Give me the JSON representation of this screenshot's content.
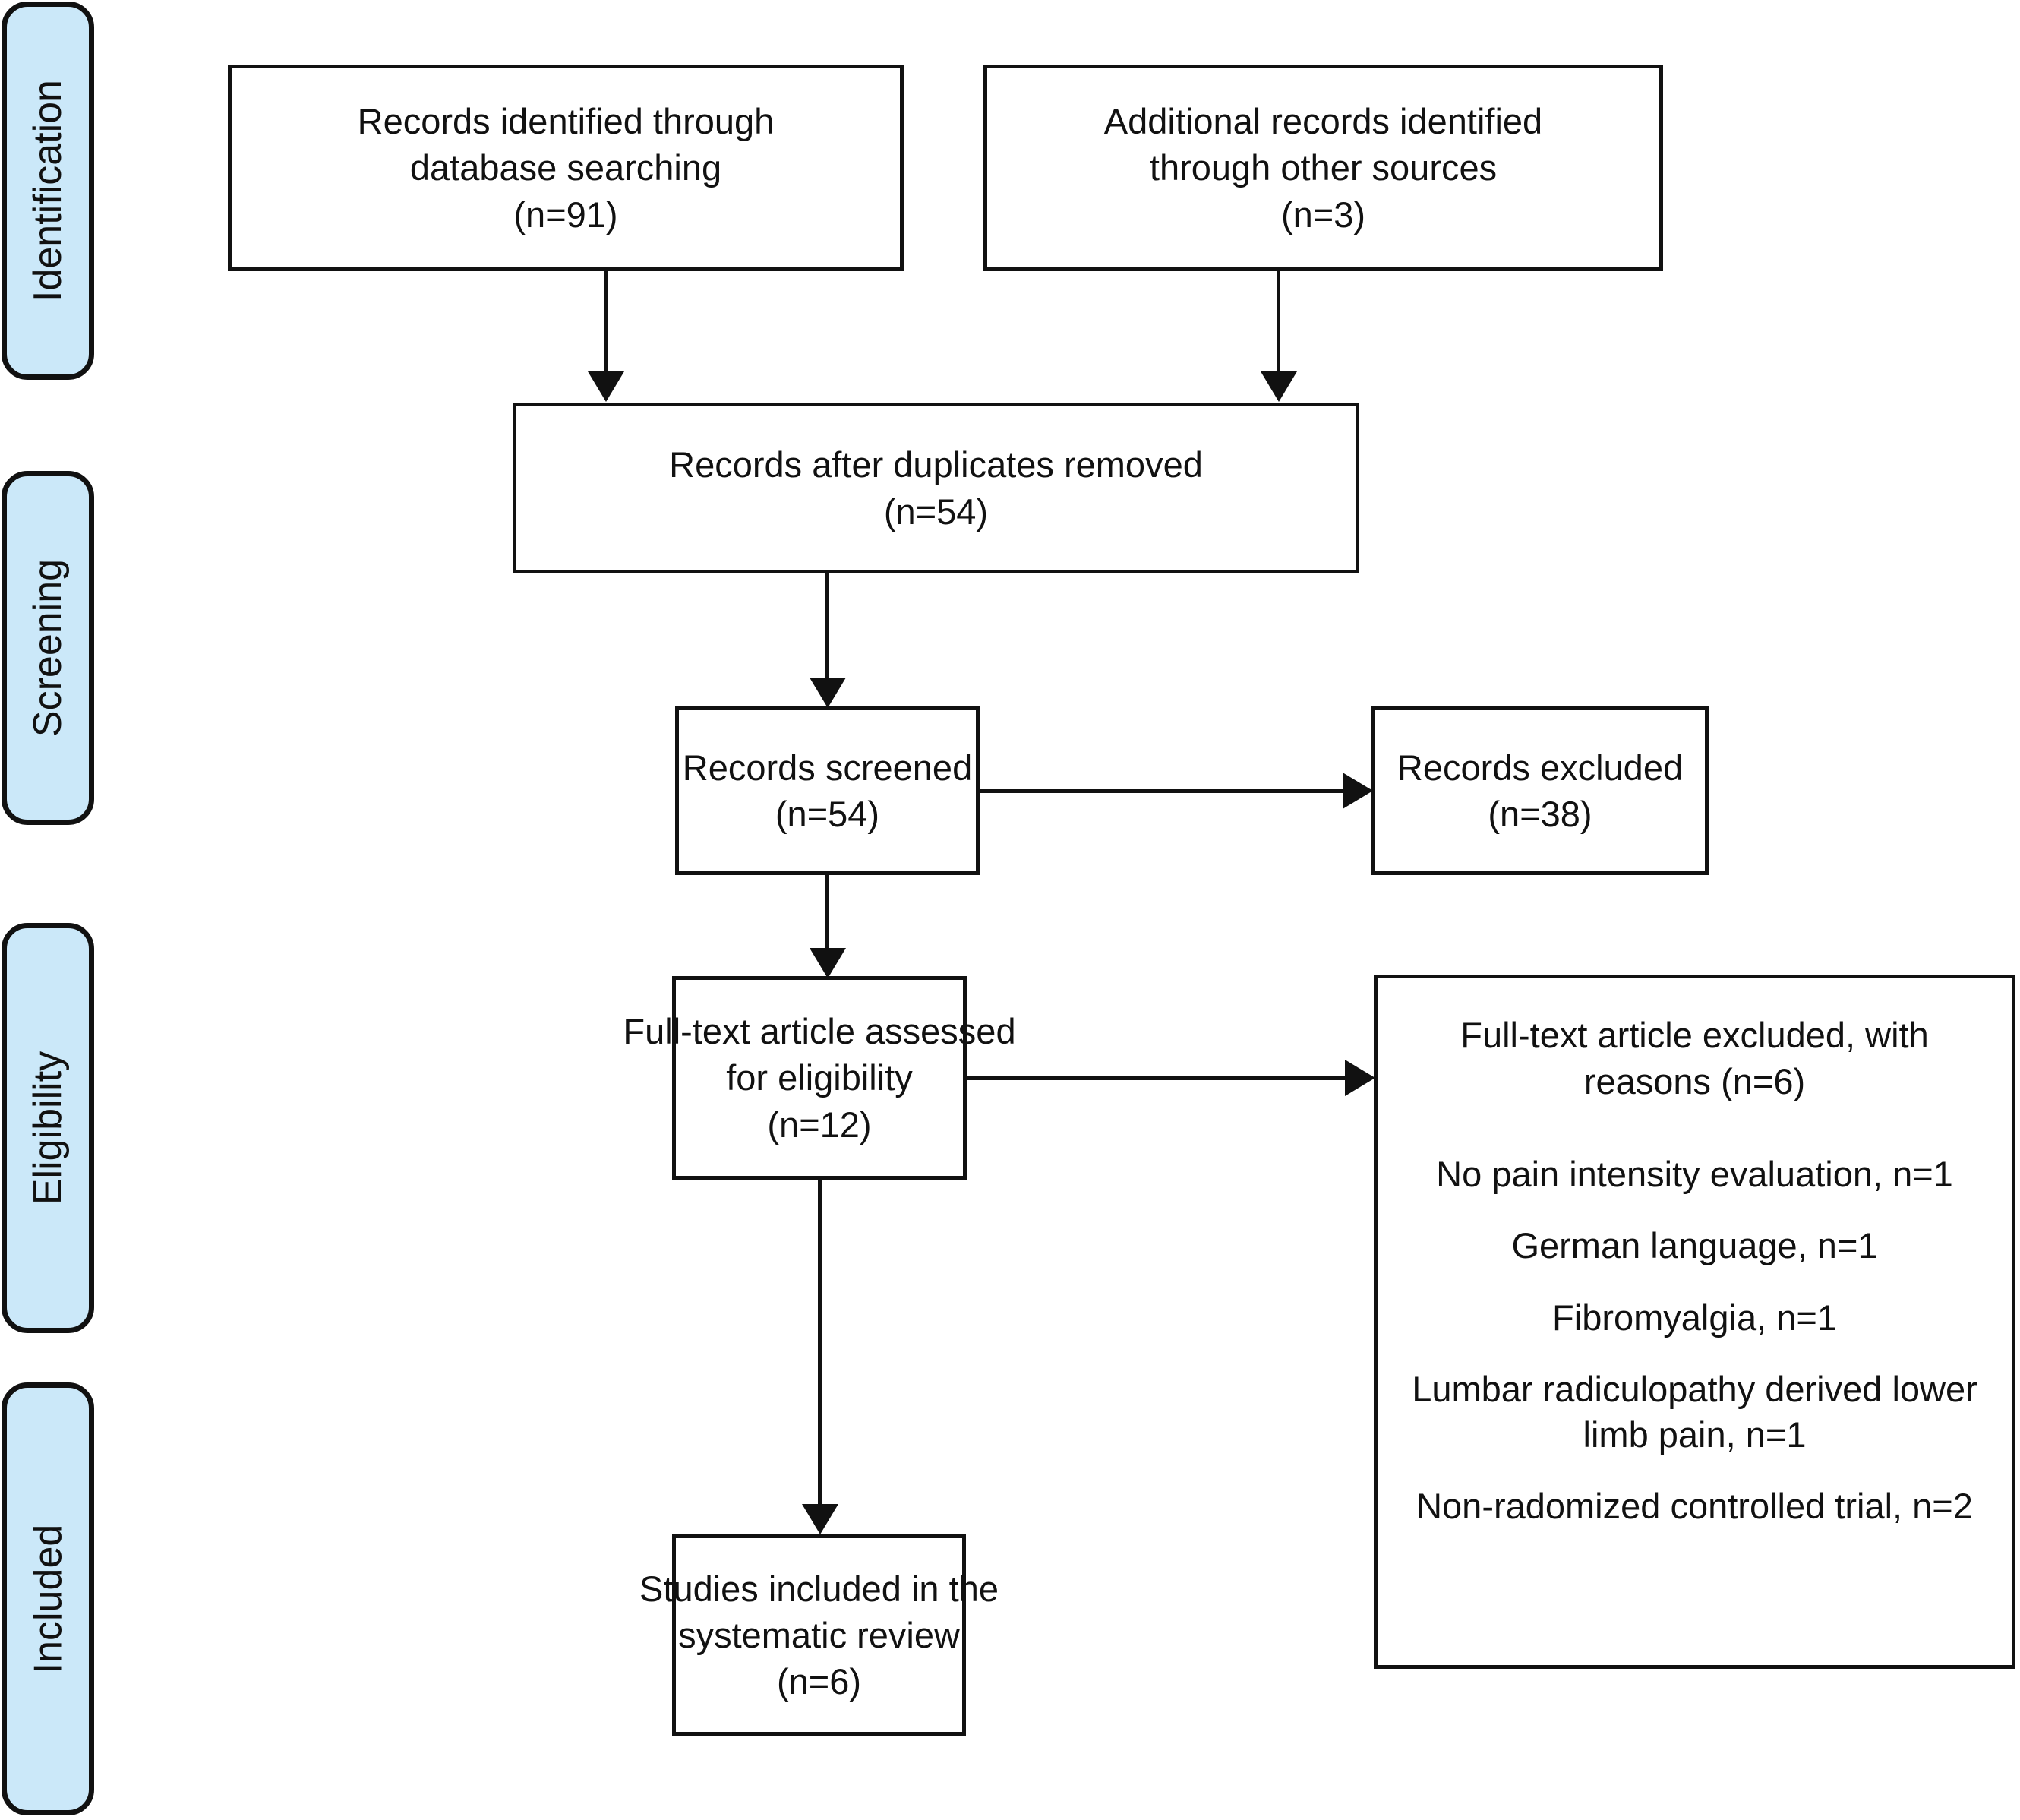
{
  "diagram": {
    "title": "PRISMA flow diagram",
    "band_color": "#cbe8f9",
    "line_color": "#111111",
    "stages": [
      {
        "id": "identification",
        "label": "Identification"
      },
      {
        "id": "screening",
        "label": "Screening"
      },
      {
        "id": "eligibility",
        "label": "Eligibility"
      },
      {
        "id": "included",
        "label": "Included"
      }
    ],
    "boxes": {
      "database_records": {
        "line1": "Records identified through",
        "line2": "database searching",
        "line3": "(n=91)",
        "count": 91
      },
      "other_records": {
        "line1": "Additional records identified",
        "line2": "through other sources",
        "line3": "(n=3)",
        "count": 3
      },
      "duplicates_removed": {
        "line1": "Records after duplicates removed",
        "line2": "(n=54)",
        "count": 54
      },
      "records_screened": {
        "line1": "Records screened",
        "line2": "(n=54)",
        "count": 54
      },
      "records_excluded": {
        "line1": "Records excluded",
        "line2": "(n=38)",
        "count": 38
      },
      "fulltext_assessed": {
        "line1": "Full-text article assessed",
        "line2": "for eligibility",
        "line3": "(n=12)",
        "count": 12
      },
      "fulltext_excluded": {
        "heading_line1": "Full-text article excluded, with",
        "heading_line2": "reasons (n=6)",
        "count": 6,
        "reasons": [
          {
            "text": "No pain intensity evaluation, n=1",
            "n": 1
          },
          {
            "text": "German language, n=1",
            "n": 1
          },
          {
            "text": "Fibromyalgia, n=1",
            "n": 1
          },
          {
            "text_line1": "Lumbar radiculopathy derived lower",
            "text_line2": "limb pain, n=1",
            "n": 1
          },
          {
            "text": "Non-radomized controlled trial, n=2",
            "n": 2
          }
        ]
      },
      "studies_included": {
        "line1": "Studies included in the",
        "line2": "systematic review",
        "line3": "(n=6)",
        "count": 6
      }
    }
  }
}
